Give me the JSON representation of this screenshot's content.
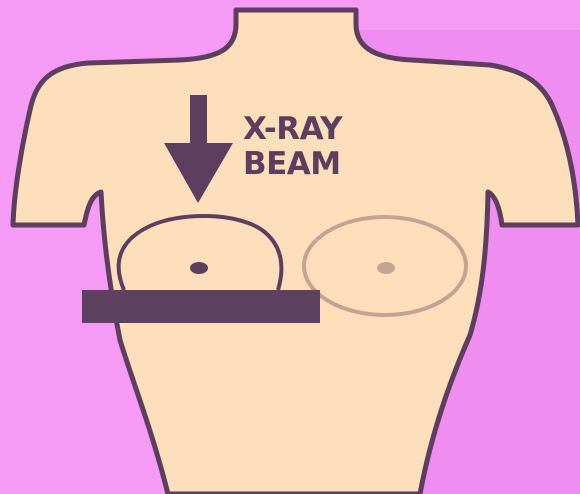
{
  "label": {
    "line1": "X-RAY",
    "line2": "BEAM"
  },
  "colors": {
    "background": "#f59af5",
    "background_shade": "#f08df0",
    "skin": "#fddfbb",
    "outline": "#5e3e5e",
    "faded_outline": "#c4a393",
    "compression_plate": "#5e4160",
    "arrow": "#5e3e5e"
  },
  "icons": {
    "arrow": "down-arrow-icon",
    "plate": "compression-plate"
  }
}
